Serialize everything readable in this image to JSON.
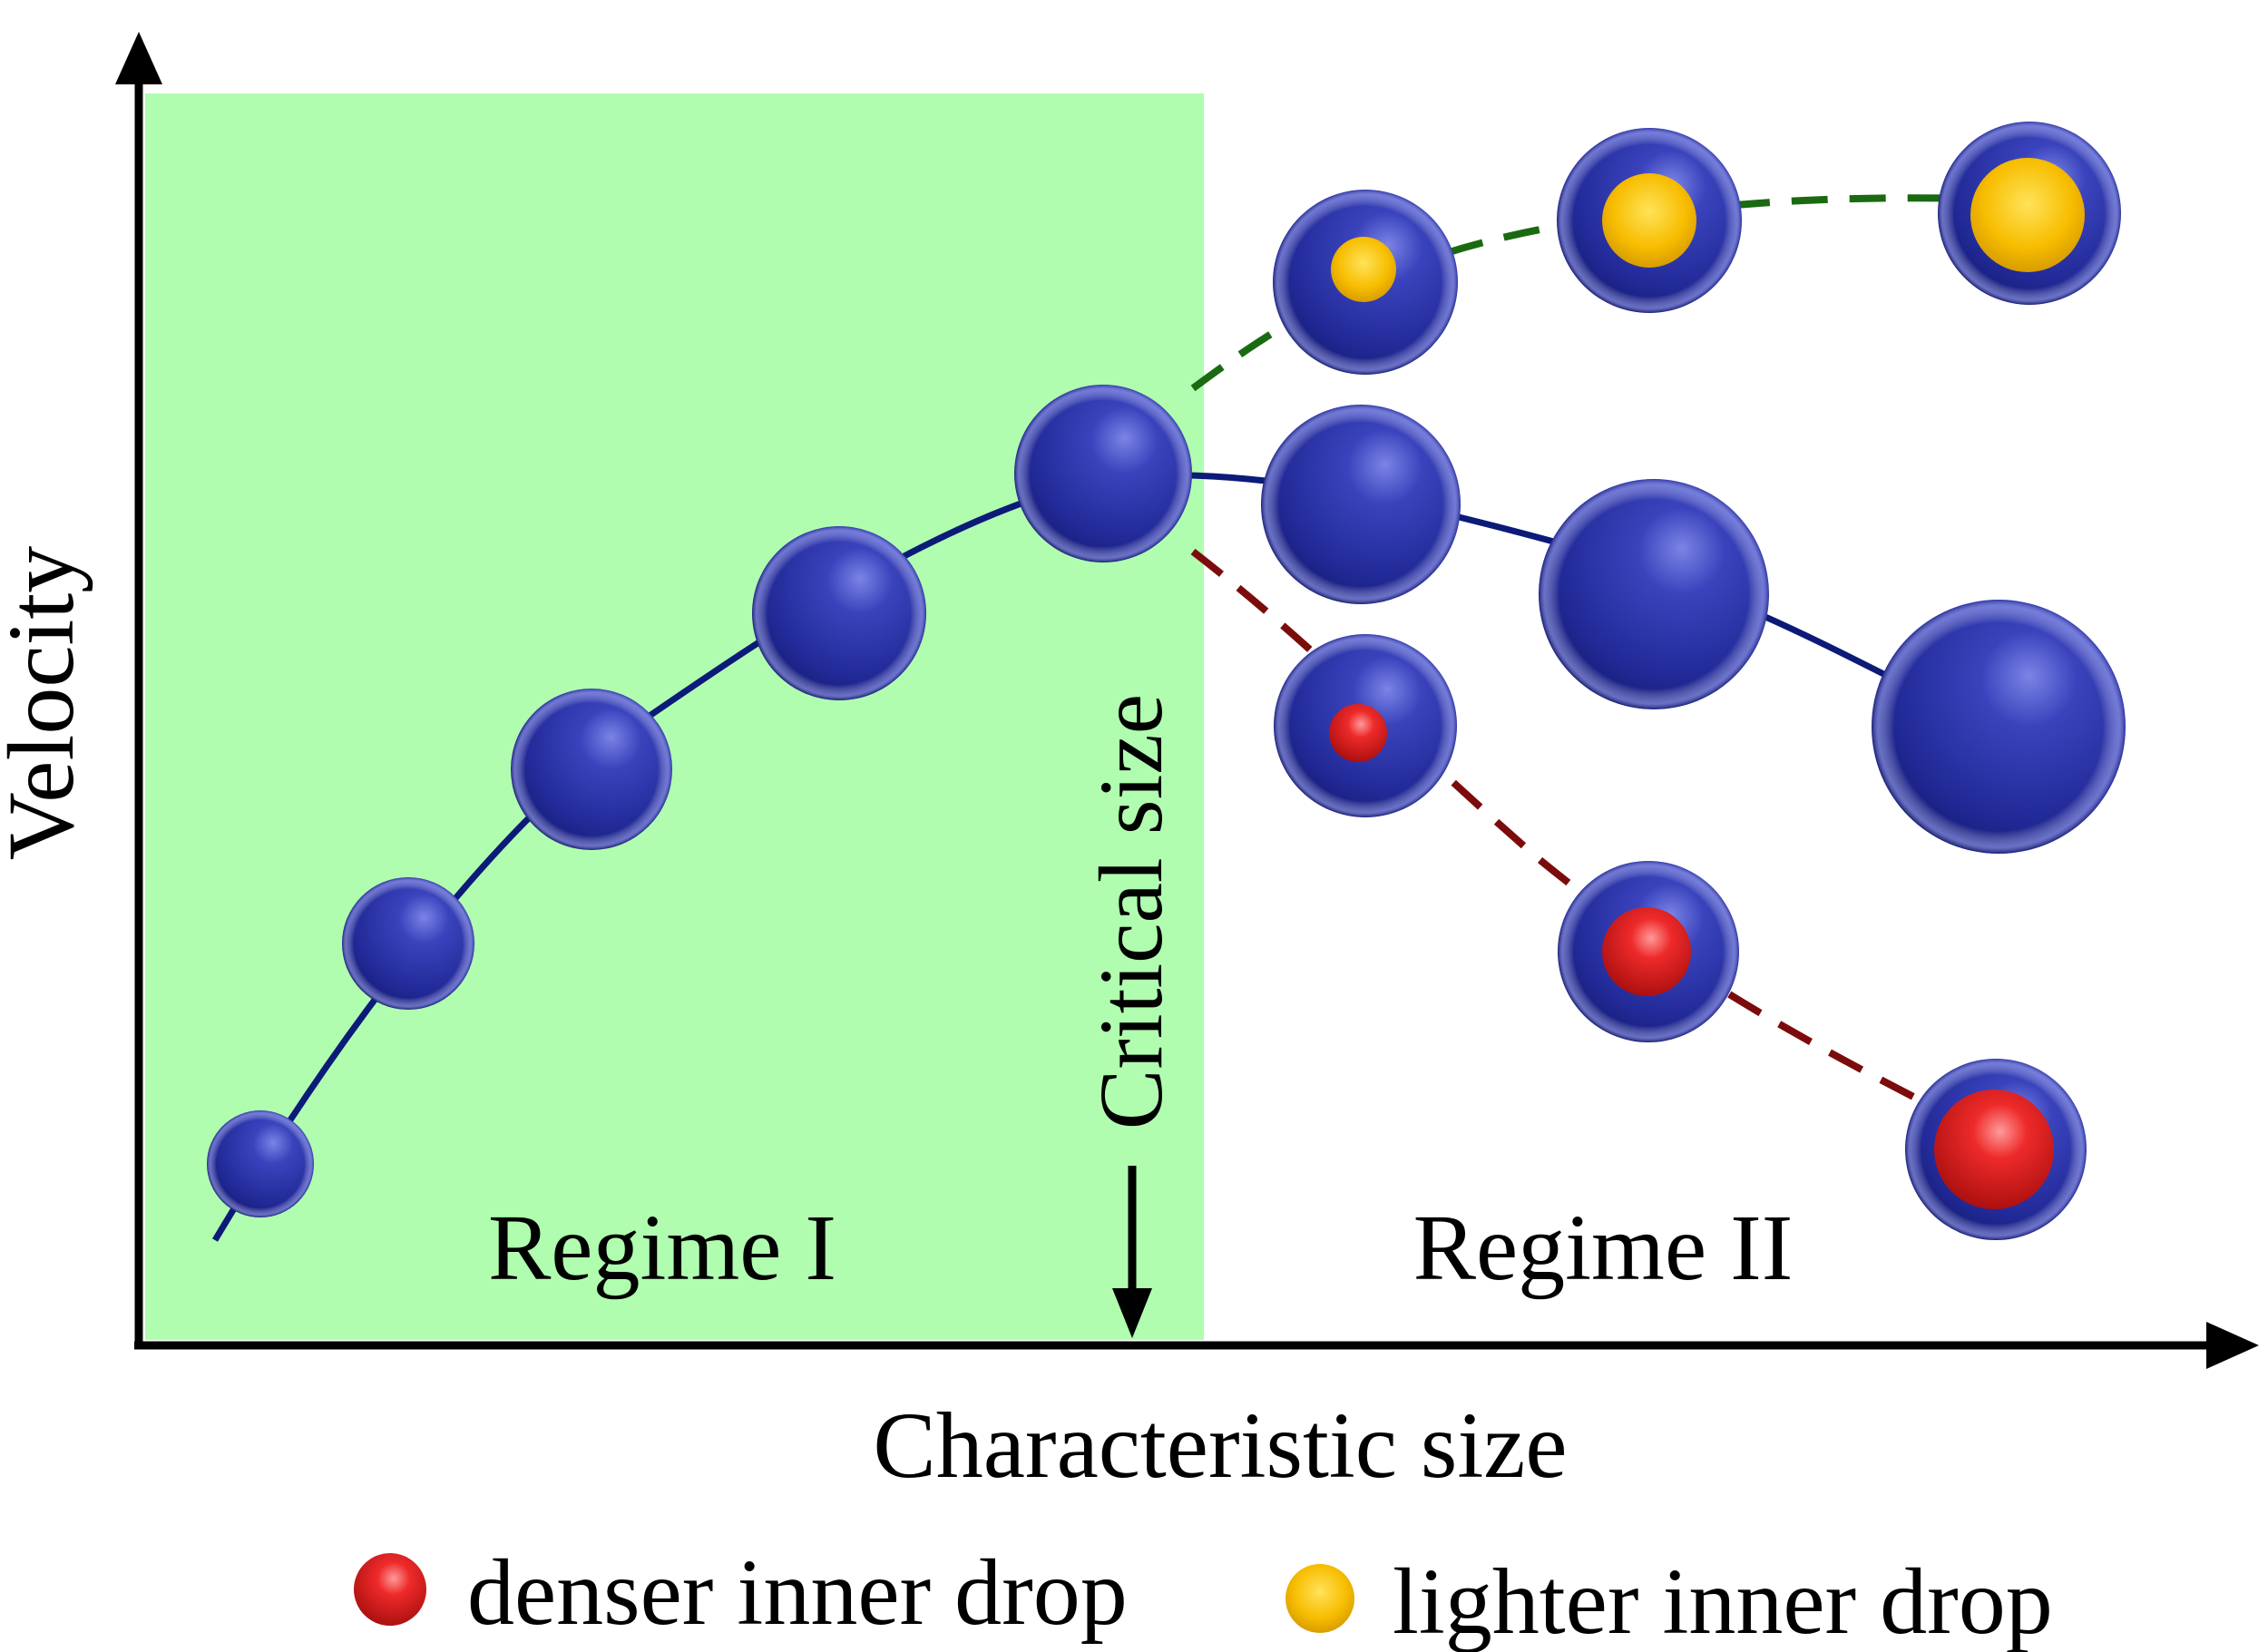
{
  "labels": {
    "y_axis": "Velocity",
    "x_axis": "Characteristic size",
    "critical": "Critical size",
    "regime1": "Regime I",
    "regime2": "Regime II"
  },
  "legend": {
    "denser": "denser inner drop",
    "lighter": "lighter inner drop"
  },
  "colors": {
    "regime1_background": "#b0fdb0",
    "drop_outer": "#2b32a8",
    "main_curve": "#0c1a78",
    "lighter_curve": "#1a6a12",
    "denser_curve": "#7c0c0c",
    "denser_inner": "#e01a1a",
    "lighter_inner": "#f5b800"
  },
  "drops": {
    "main": [
      {
        "size": "small"
      },
      {
        "size": "small"
      },
      {
        "size": "small"
      },
      {
        "size": "medium"
      },
      {
        "size": "medium"
      },
      {
        "size": "medium"
      },
      {
        "size": "large"
      },
      {
        "size": "large"
      }
    ],
    "lighter": [
      {
        "inner": "lighter",
        "inner_size": "small"
      },
      {
        "inner": "lighter",
        "inner_size": "medium"
      },
      {
        "inner": "lighter",
        "inner_size": "large"
      }
    ],
    "denser": [
      {
        "inner": "denser",
        "inner_size": "small"
      },
      {
        "inner": "denser",
        "inner_size": "medium"
      },
      {
        "inner": "denser",
        "inner_size": "large"
      }
    ]
  }
}
